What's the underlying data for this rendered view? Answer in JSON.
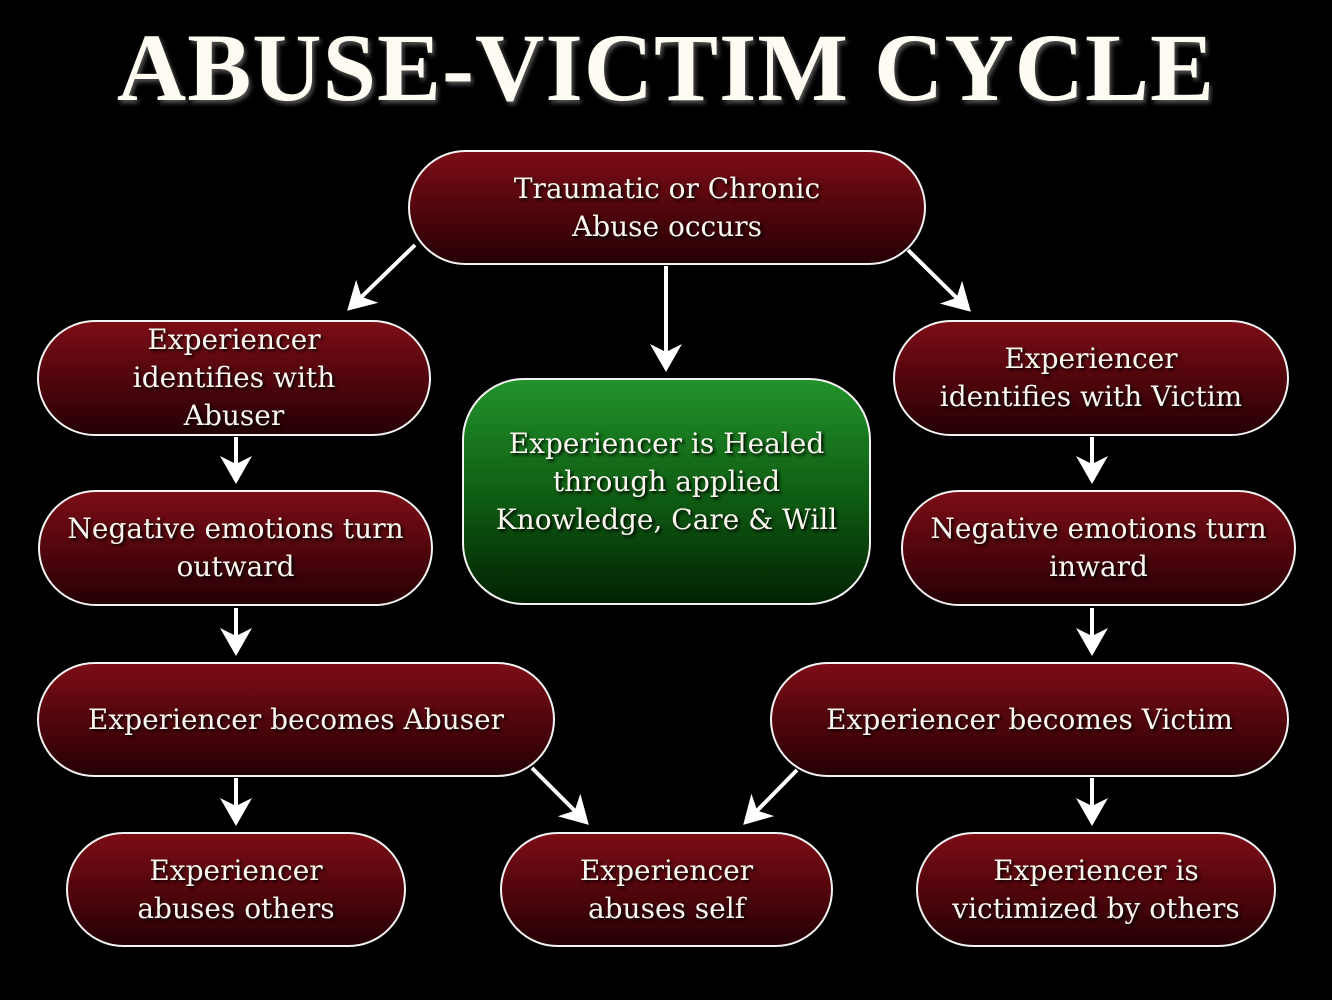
{
  "title": "ABUSE-VICTIM CYCLE",
  "nodes": {
    "trauma": "Traumatic or Chronic Abuse occurs",
    "healed": "Experiencer is Healed through applied Knowledge, Care & Will",
    "identify_abuser": "Experiencer identifies with Abuser",
    "identify_victim": "Experiencer identifies with Victim",
    "outward": "Negative emotions turn outward",
    "inward": "Negative emotions turn inward",
    "becomes_abuser": "Experiencer becomes Abuser",
    "becomes_victim": "Experiencer becomes Victim",
    "abuses_others": "Experiencer abuses others",
    "abuses_self": "Experiencer abuses self",
    "victimized": "Experiencer is victimized by others"
  },
  "colors": {
    "node_red": "#7c0d16",
    "node_green": "#22922a",
    "arrow": "#ffffff"
  }
}
